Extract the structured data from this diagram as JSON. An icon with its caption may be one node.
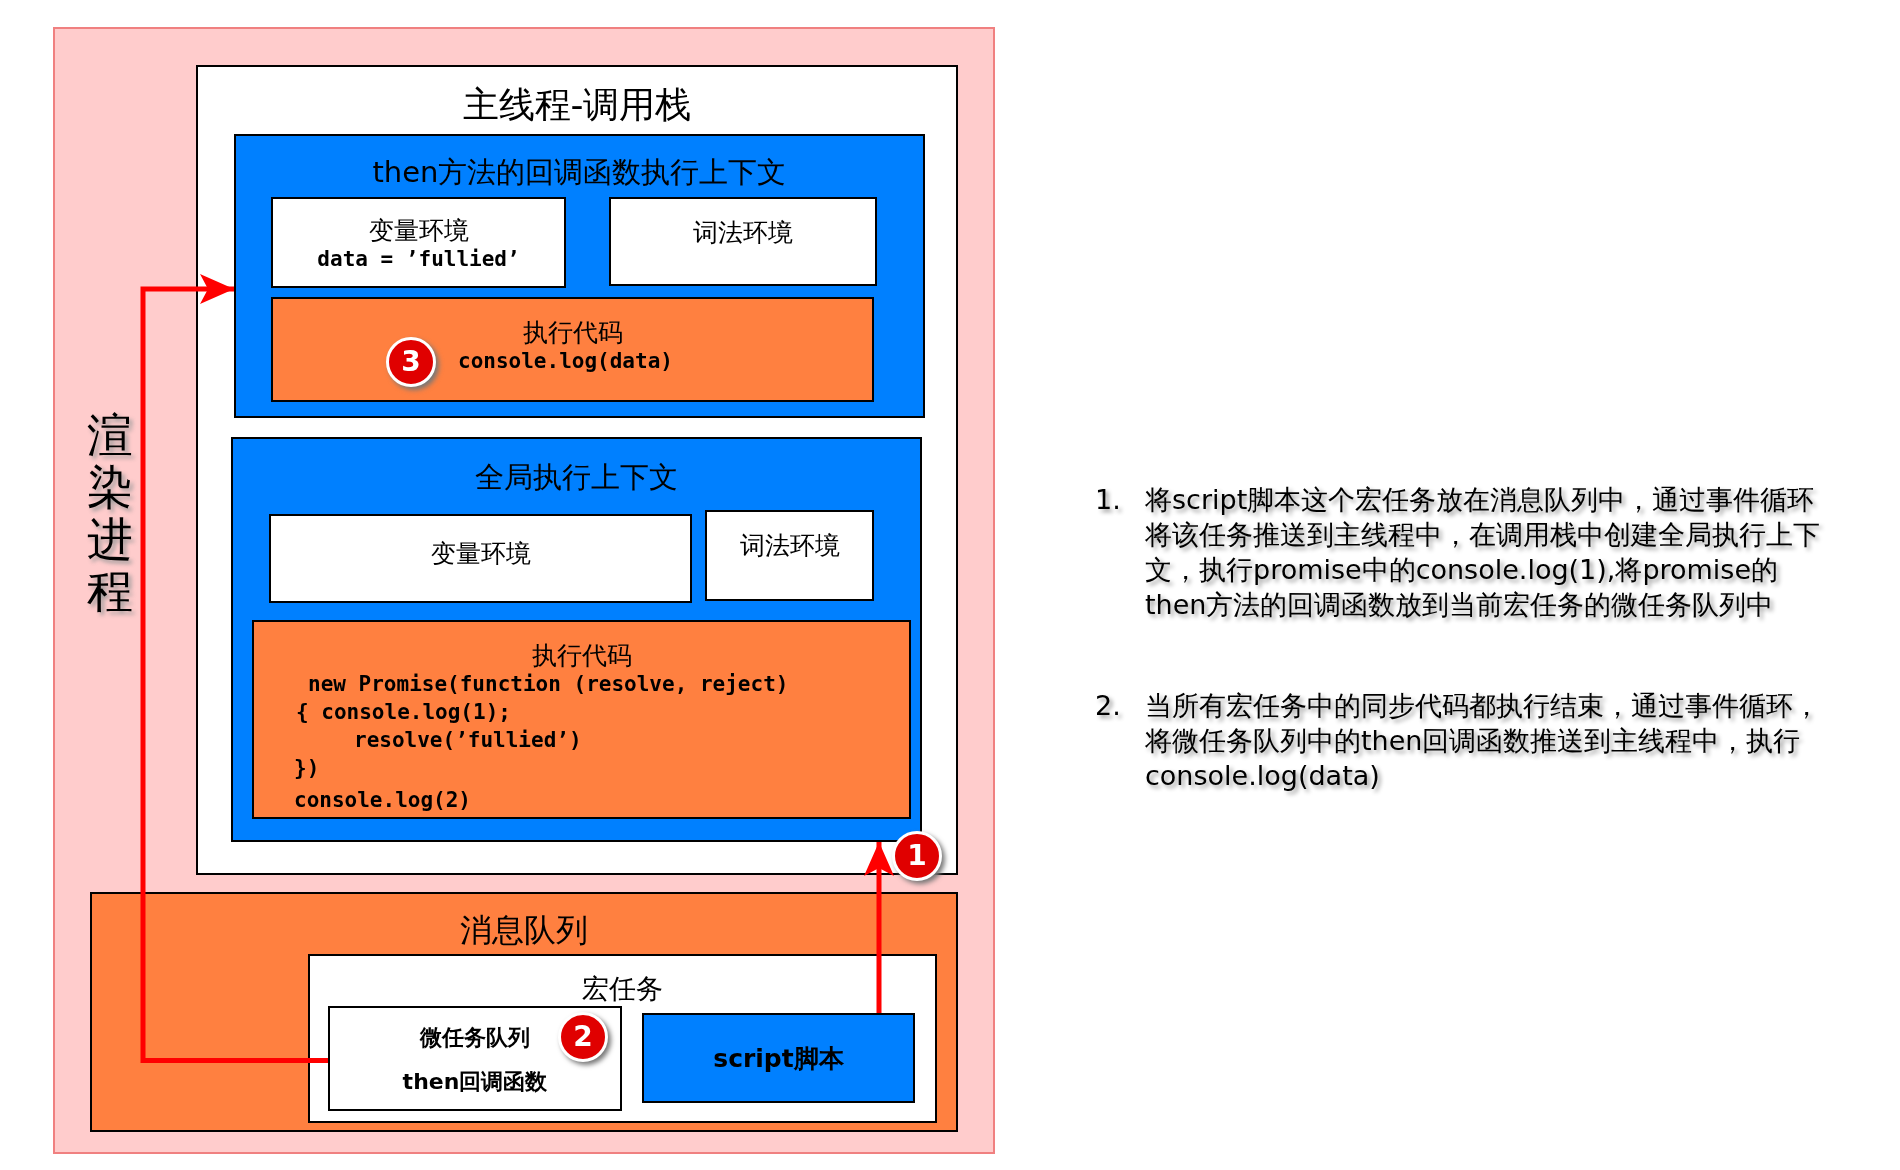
{
  "diagram": {
    "nodes": [
      {
        "text": [
          "渲染进程"
        ]
      },
      {
        "text": [
          "主线程-调用栈"
        ],
        "in": 0
      },
      {
        "text": [
          "then方法的回调函数执行上下文"
        ],
        "in": 1
      },
      {
        "text": [
          "变量环境",
          "data = ’fullied’"
        ],
        "in": 2
      },
      {
        "text": [
          "词法环境"
        ],
        "in": 2
      },
      {
        "text": [
          "执行代码",
          "console.log(data)"
        ],
        "in": 2
      },
      {
        "text": [
          "全局执行上下文"
        ],
        "in": 1
      },
      {
        "text": [
          "变量环境"
        ],
        "in": 6
      },
      {
        "text": [
          "词法环境"
        ],
        "in": 6
      },
      {
        "text": [
          "执行代码",
          "new Promise(function (resolve, reject)",
          "{ console.log(1);",
          "resolve(’fullied’)",
          "})",
          "console.log(2)"
        ],
        "in": 6
      },
      {
        "text": [
          "消息队列"
        ],
        "in": 0
      },
      {
        "text": [
          "宏任务"
        ],
        "in": 10
      },
      {
        "text": [
          "微任务队列",
          "then回调函数"
        ],
        "in": 11
      },
      {
        "text": [
          "script脚本"
        ],
        "in": 11
      }
    ],
    "edges": [
      {
        "from": 13,
        "to": 6,
        "arrow": "to"
      },
      {
        "from": 12,
        "to": 2,
        "arrow": "to"
      }
    ],
    "labels": [
      "3",
      "1",
      "2",
      "1.",
      "将script脚本这个宏任务放在消息队列中，通过事件循环将该任务推送到主线程中，在调用栈中创建全局执行上下文，执行promise中的console.log(1),将promise的then方法的回调函数放到当前宏任务的微任务队列中",
      "2.",
      "当所有宏任务中的同步代码都执行结束，通过事件循环，将微任务队列中的then回调函数推送到主线程中，执行console.log(data)"
    ]
  }
}
